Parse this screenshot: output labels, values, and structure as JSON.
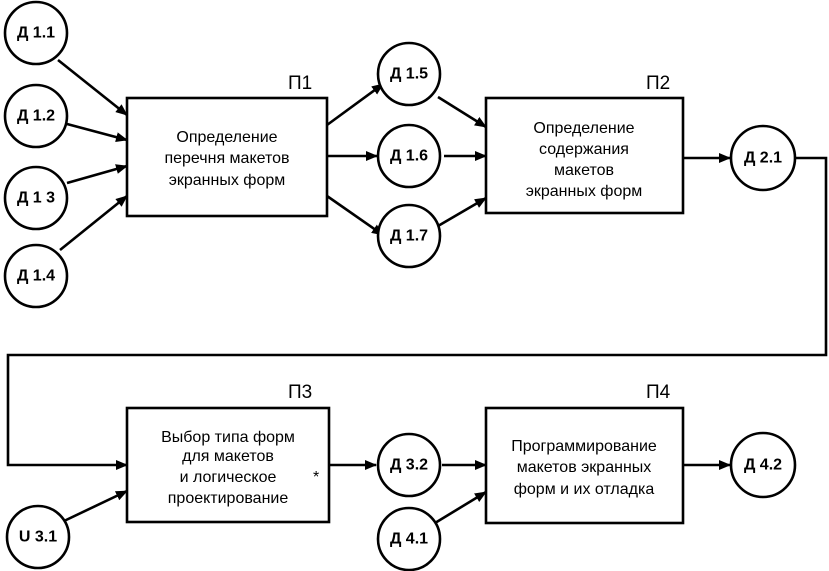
{
  "processes": [
    {
      "id": "p1",
      "label": "П1",
      "lines": [
        "Определение",
        "перечня макетов",
        "экранных форм"
      ]
    },
    {
      "id": "p2",
      "label": "П2",
      "lines": [
        "Определение",
        "содержания",
        "макетов",
        "экранных форм"
      ]
    },
    {
      "id": "p3",
      "label": "П3",
      "lines": [
        "Выбор типа форм",
        "для макетов",
        "и логическое",
        "проектирование"
      ]
    },
    {
      "id": "p4",
      "label": "П4",
      "lines": [
        "Программирование",
        "макетов экранных",
        "форм и их отладка"
      ]
    }
  ],
  "data_nodes": [
    {
      "id": "d11",
      "label": "Д 1.1"
    },
    {
      "id": "d12",
      "label": "Д 1.2"
    },
    {
      "id": "d13",
      "label": "Д 1 3"
    },
    {
      "id": "d14",
      "label": "Д 1.4"
    },
    {
      "id": "d15",
      "label": "Д 1.5"
    },
    {
      "id": "d16",
      "label": "Д 1.6"
    },
    {
      "id": "d17",
      "label": "Д 1.7"
    },
    {
      "id": "d21",
      "label": "Д 2.1"
    },
    {
      "id": "u31",
      "label": "U 3.1"
    },
    {
      "id": "d32",
      "label": "Д 3.2"
    },
    {
      "id": "d41",
      "label": "Д 4.1"
    },
    {
      "id": "d42",
      "label": "Д 4.2"
    }
  ],
  "stray_mark": "*"
}
